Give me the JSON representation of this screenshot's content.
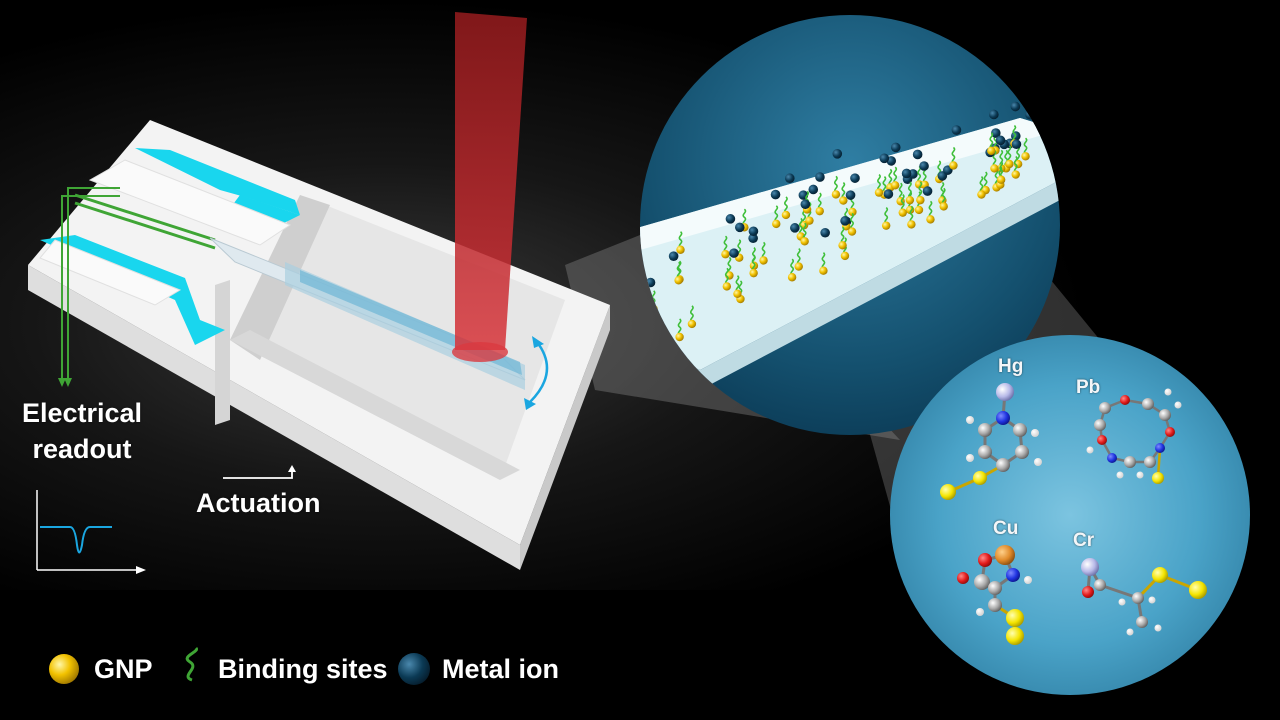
{
  "labels": {
    "electrical_readout": "Electrical readout",
    "actuation": "Actuation"
  },
  "molecules": {
    "hg": "Hg",
    "pb": "Pb",
    "cu": "Cu",
    "cr": "Cr"
  },
  "legend": {
    "gnp": "GNP",
    "binding_sites": "Binding sites",
    "metal_ion": "Metal ion"
  },
  "colors": {
    "background": "#000000",
    "channel_cyan": "#19d6ee",
    "electrode_green": "#3fa535",
    "laser_red": "#c0262a",
    "signal_blue": "#1aa6e0",
    "gnp_gold": "#f2c200",
    "metal_ion_navy": "#0b3a55",
    "zoom_circle_blue": "#4aa3c8"
  }
}
